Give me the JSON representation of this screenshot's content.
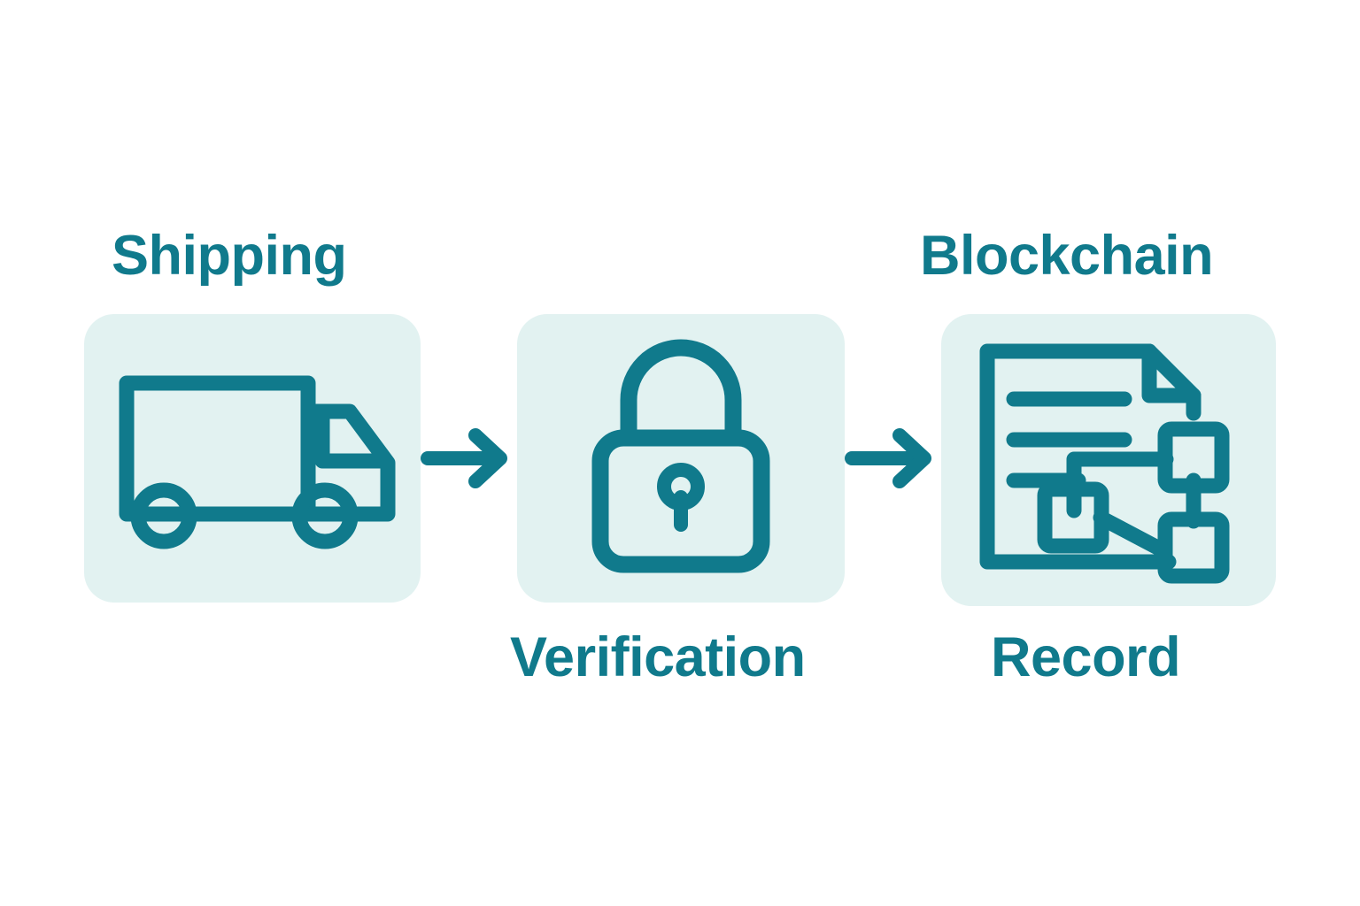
{
  "diagram": {
    "title_present": false,
    "background_color": "#FFFFFF",
    "accent_color": "#107A8C",
    "card_background_color": "#E2F2F1",
    "steps": [
      {
        "id": "shipping",
        "label": "Shipping",
        "label_position": "above",
        "icon": "delivery-truck-icon"
      },
      {
        "id": "verification",
        "label": "Verification",
        "label_position": "below",
        "icon": "padlock-icon"
      },
      {
        "id": "record",
        "label_top": "Blockchain",
        "label": "Record",
        "label_position": "below",
        "icon": "blockchain-document-icon"
      }
    ],
    "connectors": [
      {
        "id": "arrow-shipping-to-verification",
        "icon": "arrow-right-icon"
      },
      {
        "id": "arrow-verification-to-record",
        "icon": "arrow-right-icon"
      }
    ]
  }
}
